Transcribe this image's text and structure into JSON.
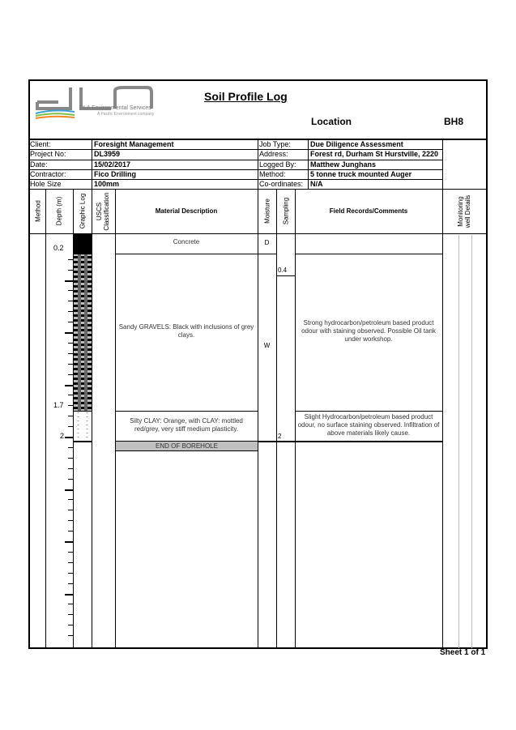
{
  "header": {
    "title": "Soil Profile Log",
    "location_label": "Location",
    "location_value": "BH8",
    "logo_text": "DLA",
    "logo_sub1": "DLA Environmental Services",
    "logo_sub2": "A Pacific Environment company"
  },
  "info": {
    "left": [
      {
        "label": "Client:",
        "value": "Foresight Management"
      },
      {
        "label": "Project No:",
        "value": "DL3959"
      },
      {
        "label": "Date:",
        "value": "15/02/2017"
      },
      {
        "label": "Contractor:",
        "value": "Fico Drilling"
      },
      {
        "label": "Hole Size",
        "value": "100mm"
      }
    ],
    "right": [
      {
        "label": "Job Type:",
        "value": "Due Diligence Assessment"
      },
      {
        "label": "Address:",
        "value": "Forest rd, Durham St Hurstville, 2220"
      },
      {
        "label": "Logged By:",
        "value": "Matthew Junghans"
      },
      {
        "label": "Method:",
        "value": "5 tonne truck mounted Auger"
      },
      {
        "label": "Co-ordinates:",
        "value": "N/A"
      }
    ]
  },
  "columns": {
    "method": "Method",
    "depth": "Depth (m)",
    "graphic": "Graphic Log",
    "uscs1": "USCS",
    "uscs2": "Classification",
    "material": "Material Description",
    "moisture": "Moisture",
    "sampling": "Sampling",
    "field": "Field Records/Comments",
    "mon1": "Monitoring",
    "mon2": "well Details"
  },
  "layers": [
    {
      "depth_label": "0.2",
      "material": "Concrete",
      "moisture": "D",
      "field": ""
    },
    {
      "depth_label": "1.7",
      "material": "Sandy GRAVELS: Black with inclusions of grey clays.",
      "moisture": "W",
      "field": "Strong hydrocarbon/petroleum based product odour with staining observed. Possible Oil tank under workshop."
    },
    {
      "depth_label": "2",
      "material": "Silty CLAY: Orange, with CLAY: mottled red/grey, very stiff medium plasticity.",
      "moisture": "",
      "field": "Slight Hydrocarbon/petroleum based product odour, no surface staining observed. Infiltration of above materials likely cause."
    }
  ],
  "samples": [
    "0.4",
    "2"
  ],
  "end_label": "END OF BOREHOLE",
  "footer": "Sheet 1 of 1"
}
